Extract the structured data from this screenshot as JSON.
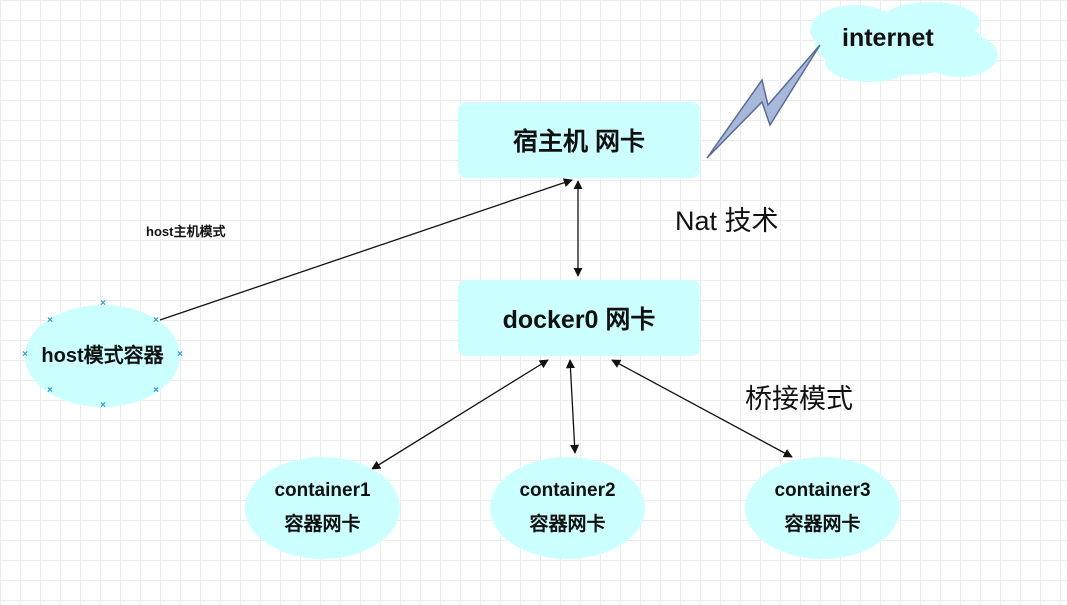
{
  "nodes": {
    "internet": "internet",
    "host_nic": "宿主机 网卡",
    "docker0": "docker0 网卡",
    "host_container": "host模式容器",
    "container1": {
      "line1": "container1",
      "line2": "容器网卡"
    },
    "container2": {
      "line1": "container2",
      "line2": "容器网卡"
    },
    "container3": {
      "line1": "container3",
      "line2": "容器网卡"
    }
  },
  "labels": {
    "host_mode": "host主机模式",
    "nat": "Nat 技术",
    "bridge_mode": "桥接模式"
  },
  "colors": {
    "node_fill": "#ccffff",
    "edge": "#111111",
    "lightning": "#a8b8d8",
    "handle": "#3399cc"
  }
}
